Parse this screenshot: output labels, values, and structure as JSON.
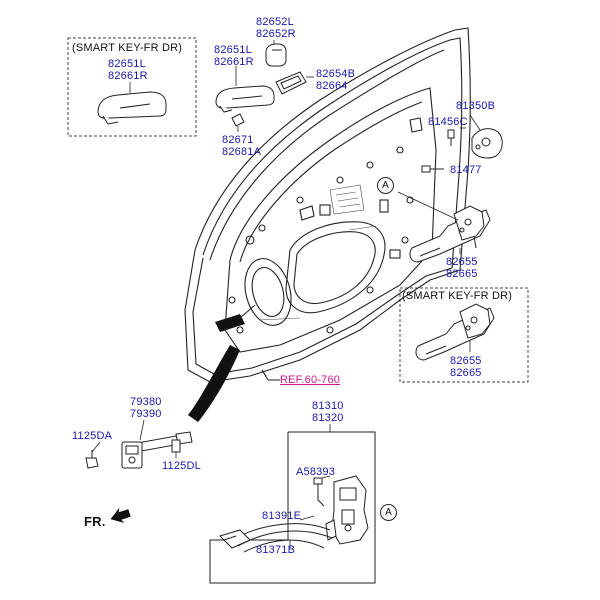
{
  "labels": {
    "smart_key_top": "(SMART KEY-FR DR)",
    "p82651L_top": "82651L",
    "p82661R_top": "82661R",
    "p82652L": "82652L",
    "p82652R": "82652R",
    "p82651L_mid": "82651L",
    "p82661R_mid": "82661R",
    "p82654B": "82654B",
    "p82664": "82664",
    "p82671": "82671",
    "p82681A": "82681A",
    "p81350B": "81350B",
    "p81456C": "81456C",
    "p81477": "81477",
    "p82655_a": "82655",
    "p82665_a": "82665",
    "smart_key_right": "(SMART KEY-FR DR)",
    "p82655_b": "82655",
    "p82665_b": "82665",
    "ref": "REF.60-760",
    "p79380": "79380",
    "p79390": "79390",
    "p1125DA": "1125DA",
    "p1125DL": "1125DL",
    "p81310": "81310",
    "p81320": "81320",
    "pA58393": "A58393",
    "p81391E": "81391E",
    "p81371B": "81371B",
    "circle_a": "A",
    "fr": "FR."
  },
  "colors": {
    "label": "#1a1aa8",
    "ref": "#d4168c",
    "line": "#222222"
  }
}
